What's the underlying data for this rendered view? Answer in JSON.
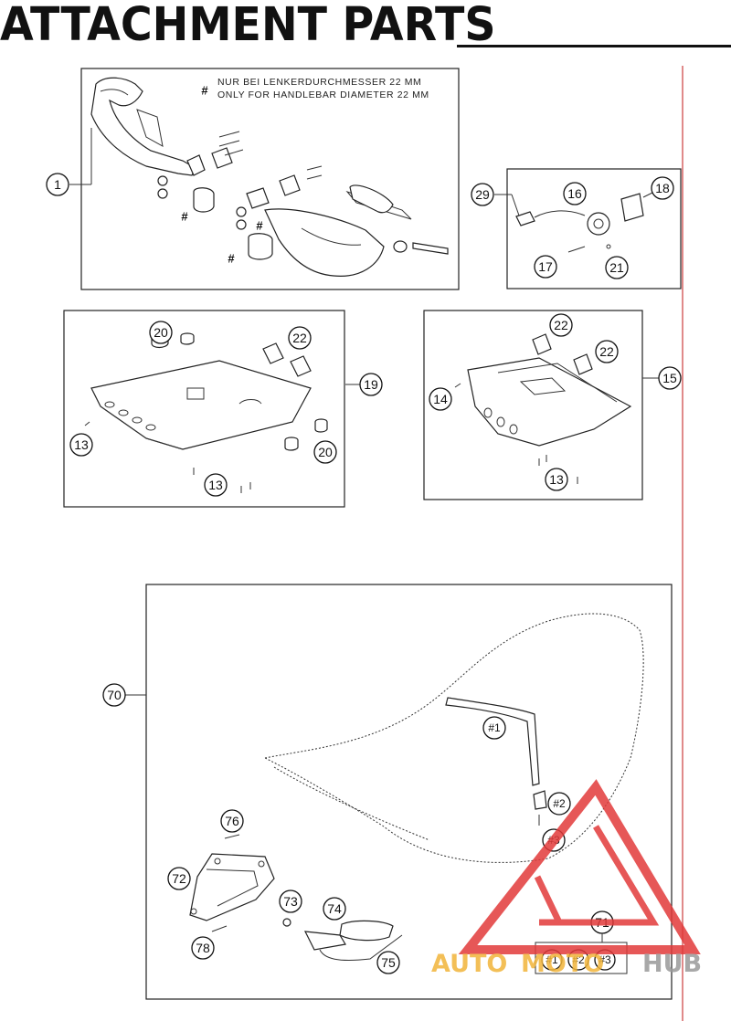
{
  "header": {
    "title": "ATTACHMENT PARTS"
  },
  "note": {
    "hash_symbol": "#",
    "line_de": "NUR BEI LENKERDURCHMESSER 22 MM",
    "line_en": "ONLY FOR HANDLEBAR DIAMETER 22 MM"
  },
  "callouts": {
    "c1": "1",
    "c29": "29",
    "c16": "16",
    "c18": "18",
    "c17": "17",
    "c21": "21",
    "c20a": "20",
    "c22a": "22",
    "c19": "19",
    "c13a": "13",
    "c20b": "20",
    "c13b": "13",
    "c22b": "22",
    "c22c": "22",
    "c14": "14",
    "c15": "15",
    "c13c": "13",
    "c70": "70",
    "c1h": "#1",
    "c2h": "#2",
    "c3h": "#3",
    "c76": "76",
    "c72": "72",
    "c73": "73",
    "c74": "74",
    "c78": "78",
    "c75": "75",
    "c71": "71",
    "c71a": "#1",
    "c71b": "#2",
    "c71c": "#3"
  },
  "hash_marks": {
    "h1": "#",
    "h2": "#",
    "h3": "#"
  },
  "watermark": {
    "part1": "AUTO",
    "part2": "MOTO",
    "part3": "HUB",
    "colors": {
      "red": "#e23a3a",
      "orange": "#f2b53a",
      "gray": "#9a9a9a"
    }
  }
}
